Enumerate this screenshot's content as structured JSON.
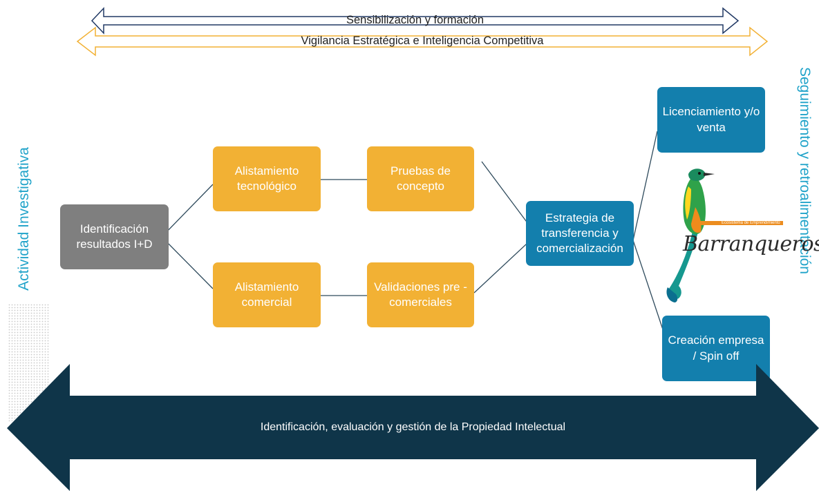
{
  "top_bands": {
    "band1_label": "Sensibilización y formación",
    "band2_label": "Vigilancia Estratégica e Inteligencia Competitiva"
  },
  "side_labels": {
    "left": "Actividad Investigativa",
    "right": "Seguimiento y retroalimentación"
  },
  "nodes": {
    "identificacion": "Identificación resultados I+D",
    "alistamiento_tecnologico": "Alistamiento tecnológico",
    "alistamiento_comercial": "Alistamiento comercial",
    "pruebas_concepto": "Pruebas de concepto",
    "validaciones": "Validaciones pre - comerciales",
    "estrategia": "Estrategia de transferencia y comercialización",
    "licenciamiento": "Licenciamiento y/o venta",
    "creacion_empresa": "Creación empresa / Spin off"
  },
  "bottom_arrow": {
    "label": "Identificación, evaluación y gestión de la Propiedad Intelectual"
  },
  "logo": {
    "name": "Barranqueros",
    "tagline": "Ecosistema de Emprendimiento"
  },
  "colors": {
    "gray_node": "#7f7f7f",
    "orange_node": "#f2b134",
    "blue_node": "#137fad",
    "side_text": "#20a3c9",
    "bottom_arrow": "#0f3549",
    "band1_stroke": "#203864",
    "band2_stroke": "#f2b134"
  }
}
